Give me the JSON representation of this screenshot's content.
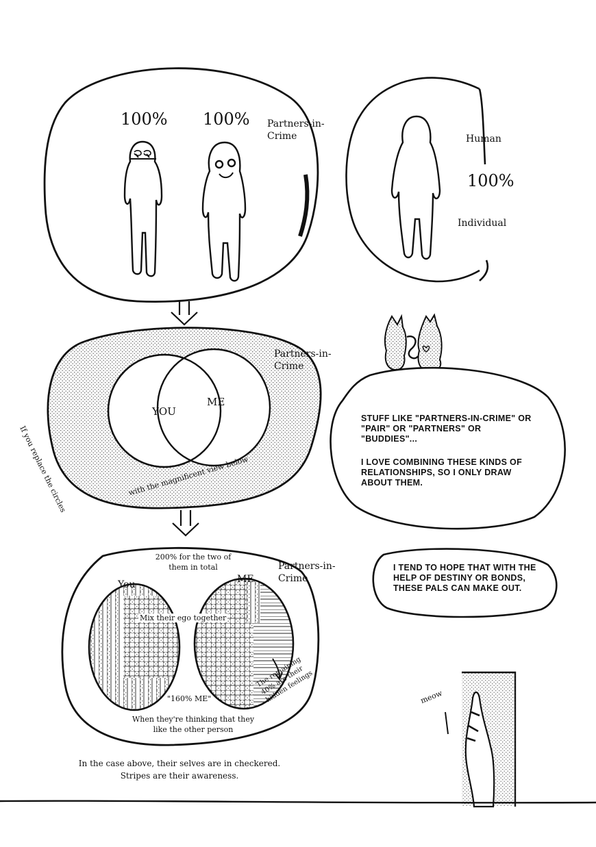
{
  "panel1": {
    "left_percent": "100%",
    "right_percent": "100%",
    "label": "Partners-in-Crime"
  },
  "panel_individual": {
    "top_label": "Human",
    "percent": "100%",
    "bottom_label": "Individual"
  },
  "panel2": {
    "label": "Partners-in-Crime",
    "you": "YOU",
    "me": "ME",
    "ring_left": "If you replace the circles",
    "ring_bottom": "with the magnificent view below"
  },
  "bubble1": {
    "line1": "Stuff like \"Partners-in-Crime\" or \"Pair\" or \"Partners\" or \"Buddies\"...",
    "line2": "I love combining these kinds of relationships, so I only draw about them."
  },
  "panel3": {
    "label": "Partners-in-Crime",
    "total": "200% for the two of them in total",
    "you": "You",
    "me": "ME",
    "mix": "Mix their ego together",
    "sixty": "\"160% ME\"",
    "remaining": "The remaining 40% are their hidden feelings",
    "thinking": "When they're thinking that they like the other person"
  },
  "bubble2": {
    "text": "I tend to hope that with the help of destiny or bonds, these pals can make out."
  },
  "footer": {
    "caption": "In the case above, their selves are in checkered. Stripes are their awareness."
  },
  "cat": {
    "meow": "meow"
  }
}
